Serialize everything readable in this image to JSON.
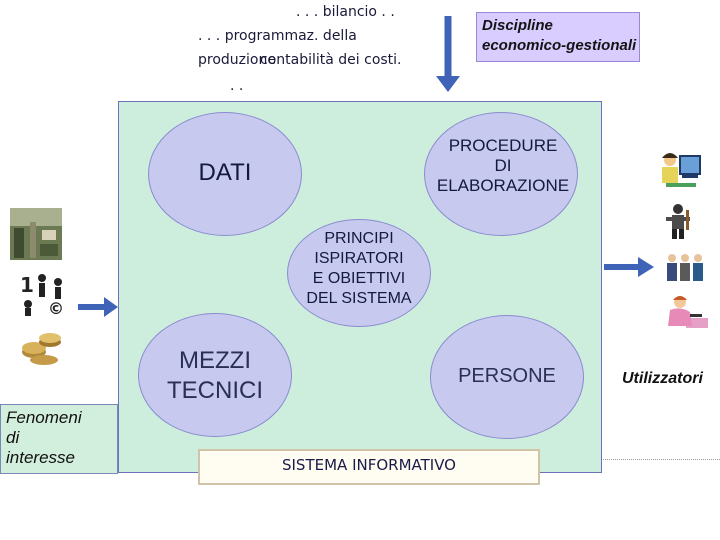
{
  "top_notes": {
    "line1": ". . . bilancio . .",
    "line2": ". . . programmaz. della",
    "line3a": "produzione",
    "line3b": "contabilità dei costi.",
    "line4": ". ."
  },
  "disciplines": {
    "line1": "Discipline",
    "line2": "economico-gestionali"
  },
  "nodes": {
    "dati": "DATI",
    "procedure": [
      "PROCEDURE",
      "DI",
      "ELABORAZIONE"
    ],
    "principi": [
      "PRINCIPI",
      "ISPIRATORI",
      "E OBIETTIVI",
      "DEL SISTEMA"
    ],
    "mezzi": [
      "MEZZI",
      "TECNICI"
    ],
    "persone": "PERSONE"
  },
  "system_label": "SISTEMA INFORMATIVO",
  "fenomeni": [
    "Fenomeni",
    "di",
    "interesse"
  ],
  "utilizzatori": "Utilizzatori",
  "icons": [
    "landscape-photo-icon",
    "people-symbols-icon",
    "coins-icon",
    "computer-user-icon",
    "worker-icon",
    "business-people-icon",
    "person-writing-icon"
  ],
  "colors": {
    "system_bg": "#ceeedd",
    "ellipse_fill": "#c7c9ef",
    "arrow": "#3f63b6",
    "disciplines_bg": "#d9ccff"
  }
}
